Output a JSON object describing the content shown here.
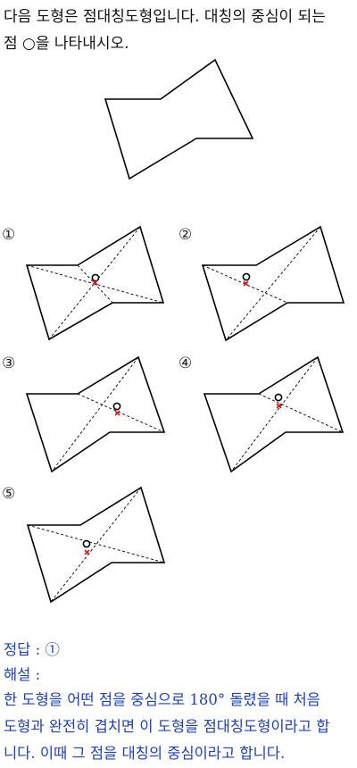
{
  "question": {
    "line1": "다음 도형은 점대칭도형입니다. 대칭의 중심이 되는",
    "line2": "점 ○을 나타내시오."
  },
  "choices": [
    {
      "label": "①"
    },
    {
      "label": "②"
    },
    {
      "label": "③"
    },
    {
      "label": "④"
    },
    {
      "label": "⑤"
    }
  ],
  "answer": {
    "label": "정답 : ",
    "value": "①"
  },
  "explanation": {
    "label": "해설 :",
    "lines": [
      "한 도형을 어떤 점을 중심으로 180° 돌렸을 때 처음",
      "도형과 완전히 겹치면 이 도형을 점대칭도형이라고 합",
      "니다. 이때 그 점을 대칭의 중심이라고 합니다."
    ]
  },
  "colors": {
    "text": "#111111",
    "answer": "#1a3fc0",
    "marker": "#d81818"
  }
}
